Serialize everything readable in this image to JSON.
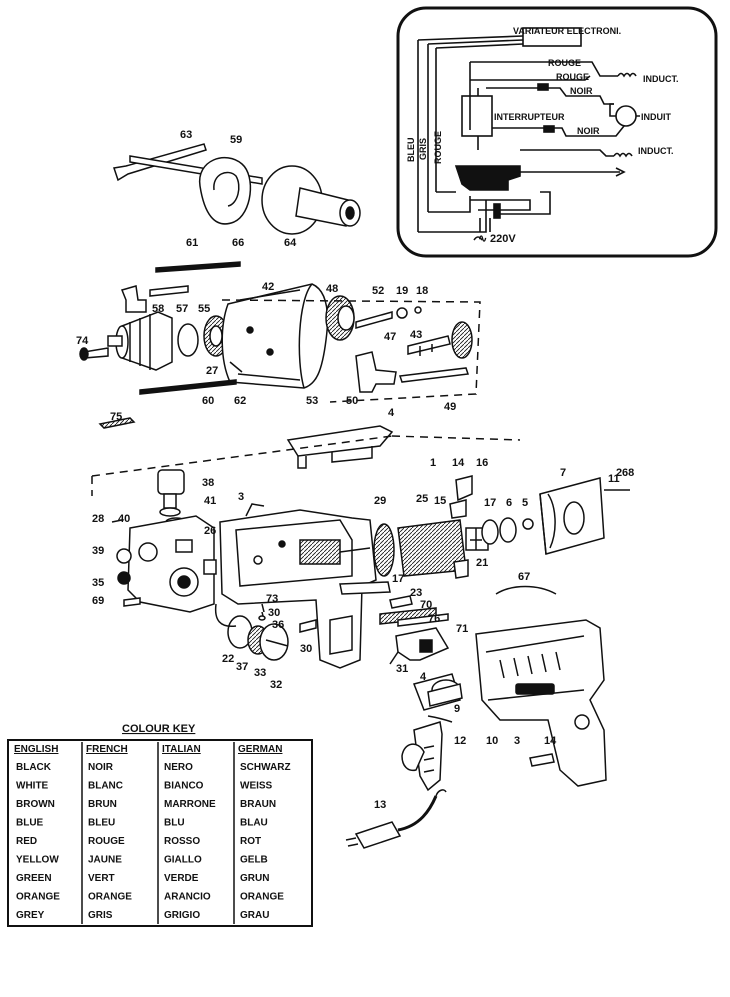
{
  "wiring_diagram": {
    "title": "VARIATEUR ELECTRONI.",
    "labels": [
      "ROUGE",
      "ROUGE",
      "INDUCT.",
      "NOIR",
      "INTERRUPTEUR",
      "INDUIT",
      "NOIR",
      "INDUCT.",
      "BLEU",
      "GRIS",
      "ROUGE"
    ],
    "voltage": "220V"
  },
  "callouts": [
    "63",
    "59",
    "61",
    "66",
    "64",
    "42",
    "48",
    "52",
    "19",
    "18",
    "58",
    "57",
    "55",
    "47",
    "43",
    "74",
    "27",
    "60",
    "62",
    "53",
    "50",
    "49",
    "75",
    "4",
    "38",
    "3",
    "41",
    "26",
    "28",
    "40",
    "39",
    "35",
    "69",
    "29",
    "25",
    "1",
    "14",
    "16",
    "15",
    "17",
    "6",
    "5",
    "7",
    "2",
    "68",
    "21",
    "17",
    "23",
    "70",
    "76",
    "71",
    "67",
    "73",
    "30",
    "36",
    "30",
    "22",
    "37",
    "33",
    "32",
    "31",
    "4",
    "9",
    "10",
    "3",
    "14",
    "12",
    "13",
    "11"
  ],
  "colour_key": {
    "title": "COLOUR KEY",
    "headers": [
      "ENGLISH",
      "FRENCH",
      "ITALIAN",
      "GERMAN"
    ],
    "rows": [
      [
        "BLACK",
        "NOIR",
        "NERO",
        "SCHWARZ"
      ],
      [
        "WHITE",
        "BLANC",
        "BIANCO",
        "WEISS"
      ],
      [
        "BROWN",
        "BRUN",
        "MARRONE",
        "BRAUN"
      ],
      [
        "BLUE",
        "BLEU",
        "BLU",
        "BLAU"
      ],
      [
        "RED",
        "ROUGE",
        "ROSSO",
        "ROT"
      ],
      [
        "YELLOW",
        "JAUNE",
        "GIALLO",
        "GELB"
      ],
      [
        "GREEN",
        "VERT",
        "VERDE",
        "GRUN"
      ],
      [
        "ORANGE",
        "ORANGE",
        "ARANCIO",
        "ORANGE"
      ],
      [
        "GREY",
        "GRIS",
        "GRIGIO",
        "GRAU"
      ]
    ]
  },
  "colors": {
    "ink": "#111111",
    "paper": "#ffffff",
    "shade": "#d8d8d8"
  }
}
